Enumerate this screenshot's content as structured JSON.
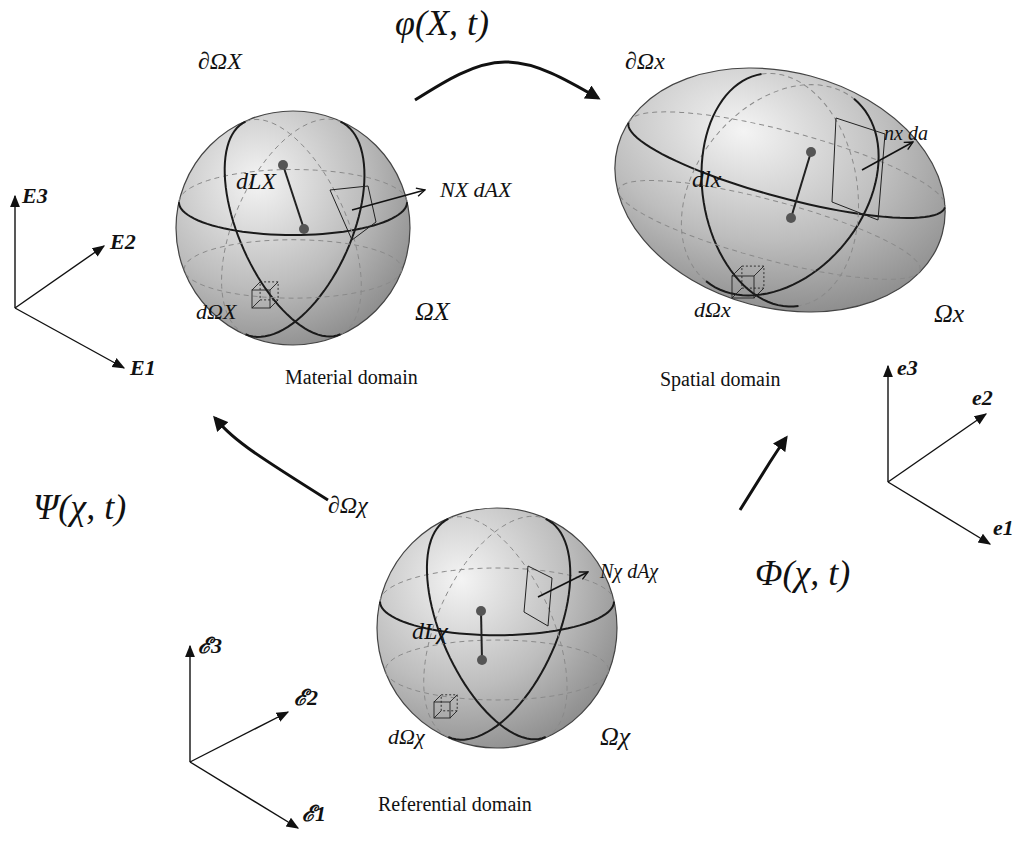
{
  "diagram": {
    "nodes": [
      {
        "text": [
          "∂ΩX",
          "dLX",
          "NX dAX",
          "dΩX",
          "ΩX",
          "Material domain"
        ]
      },
      {
        "text": [
          "∂Ωx",
          "dlx",
          "nx da",
          "dΩx",
          "Ωx",
          "Spatial domain"
        ]
      },
      {
        "text": [
          "∂Ωχ",
          "Nχ dAχ",
          "dLχ",
          "dΩχ",
          "Ωχ",
          "Referential domain"
        ]
      }
    ],
    "edges": [
      {
        "from": 0,
        "to": 1,
        "arrow": "to",
        "label": "φ(X, t)"
      },
      {
        "from": 2,
        "to": 0,
        "arrow": "to",
        "label": "Ψ(χ, t)"
      },
      {
        "from": 2,
        "to": 1,
        "arrow": "to",
        "label": "Φ(χ, t)"
      }
    ],
    "labels": [
      "E3",
      "E2",
      "E1",
      "e3",
      "e2",
      "e1",
      "ℰ3",
      "ℰ2",
      "ℰ1"
    ]
  }
}
